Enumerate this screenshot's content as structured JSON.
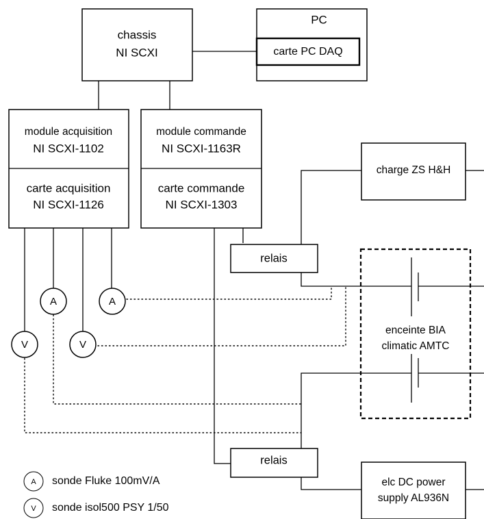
{
  "pc": {
    "label": "PC",
    "card": "carte PC DAQ"
  },
  "chassis": {
    "line1": "chassis",
    "line2": "NI SCXI"
  },
  "acq_module": {
    "line1": "module acquisition",
    "line2": "NI SCXI-1102"
  },
  "acq_card": {
    "line1": "carte acquisition",
    "line2": "NI SCXI-1126"
  },
  "cmd_module": {
    "line1": "module commande",
    "line2": "NI SCXI-1163R"
  },
  "cmd_card": {
    "line1": "carte commande",
    "line2": "NI SCXI-1303"
  },
  "load": {
    "label": "charge ZS H&H"
  },
  "relay_top": {
    "label": "relais"
  },
  "relay_bottom": {
    "label": "relais"
  },
  "enclosure": {
    "line1": "enceinte BIA",
    "line2": "climatic AMTC"
  },
  "power": {
    "line1": "elc DC power",
    "line2": "supply AL936N"
  },
  "probes": {
    "ammeter_symbol": "A",
    "voltmeter_symbol": "V"
  },
  "legend": {
    "ammeter": {
      "symbol": "A",
      "text": "sonde Fluke 100mV/A"
    },
    "voltmeter": {
      "symbol": "V",
      "text": "sonde isol500 PSY 1/50"
    }
  }
}
